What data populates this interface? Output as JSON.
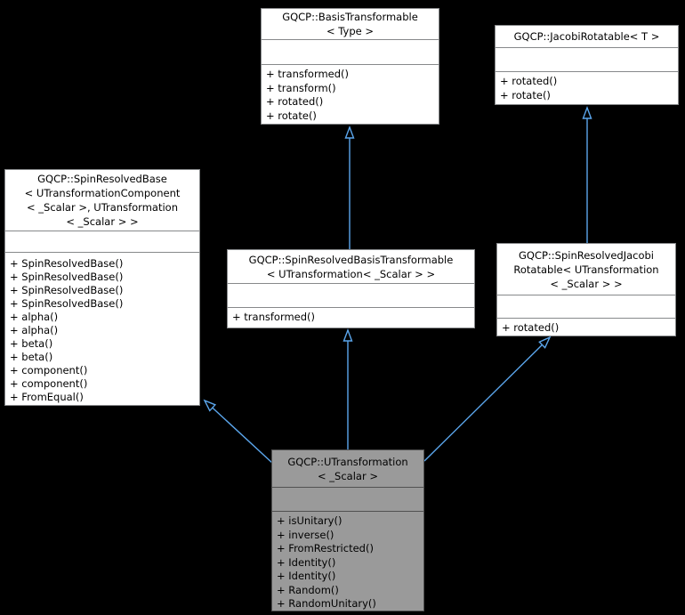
{
  "diagram": {
    "kind": "uml-class-inheritance-graph",
    "colors": {
      "background": "#000000",
      "node_fill": "#ffffff",
      "node_border": "#87898b",
      "highlight_node_fill": "#9a9a9a",
      "highlight_node_border": "#515151",
      "edge": "#5ba6ec",
      "text": "#000000"
    },
    "classes": {
      "basis_transformable": {
        "title_lines": [
          "GQCP::BasisTransformable",
          "< Type >"
        ],
        "members": [
          "+ transformed()",
          "+ transform()",
          "+ rotated()",
          "+ rotate()"
        ]
      },
      "jacobi_rotatable": {
        "title_lines": [
          "GQCP::JacobiRotatable< T >"
        ],
        "members": [
          "+ rotated()",
          "+ rotate()"
        ]
      },
      "spin_resolved_base": {
        "title_lines": [
          "GQCP::SpinResolvedBase",
          "< UTransformationComponent",
          "< _Scalar >, UTransformation",
          "< _Scalar > >"
        ],
        "members": [
          "+ SpinResolvedBase()",
          "+ SpinResolvedBase()",
          "+ SpinResolvedBase()",
          "+ SpinResolvedBase()",
          "+ alpha()",
          "+ alpha()",
          "+ beta()",
          "+ beta()",
          "+ component()",
          "+ component()",
          "+ FromEqual()"
        ]
      },
      "spin_resolved_basis_transformable": {
        "title_lines": [
          "GQCP::SpinResolvedBasisTransformable",
          "< UTransformation< _Scalar > >"
        ],
        "members": [
          "+ transformed()"
        ]
      },
      "spin_resolved_jacobi_rotatable": {
        "title_lines": [
          "GQCP::SpinResolvedJacobi",
          "Rotatable< UTransformation",
          "< _Scalar > >"
        ],
        "members": [
          "+ rotated()"
        ]
      },
      "u_transformation": {
        "title_lines": [
          "GQCP::UTransformation",
          "< _Scalar >"
        ],
        "members": [
          "+ isUnitary()",
          "+ inverse()",
          "+ FromRestricted()",
          "+ Identity()",
          "+ Identity()",
          "+ Random()",
          "+ RandomUnitary()"
        ],
        "highlighted": true
      }
    },
    "edges": [
      {
        "from": "GQCP::SpinResolvedBasisTransformable< UTransformation< _Scalar > >",
        "to": "GQCP::BasisTransformable< Type >",
        "relation": "public-inheritance"
      },
      {
        "from": "GQCP::SpinResolvedJacobiRotatable< UTransformation< _Scalar > >",
        "to": "GQCP::JacobiRotatable< T >",
        "relation": "public-inheritance"
      },
      {
        "from": "GQCP::UTransformation< _Scalar >",
        "to": "GQCP::SpinResolvedBase< UTransformationComponent< _Scalar >, UTransformation< _Scalar > >",
        "relation": "public-inheritance"
      },
      {
        "from": "GQCP::UTransformation< _Scalar >",
        "to": "GQCP::SpinResolvedBasisTransformable< UTransformation< _Scalar > >",
        "relation": "public-inheritance"
      },
      {
        "from": "GQCP::UTransformation< _Scalar >",
        "to": "GQCP::SpinResolvedJacobiRotatable< UTransformation< _Scalar > >",
        "relation": "public-inheritance"
      }
    ]
  }
}
